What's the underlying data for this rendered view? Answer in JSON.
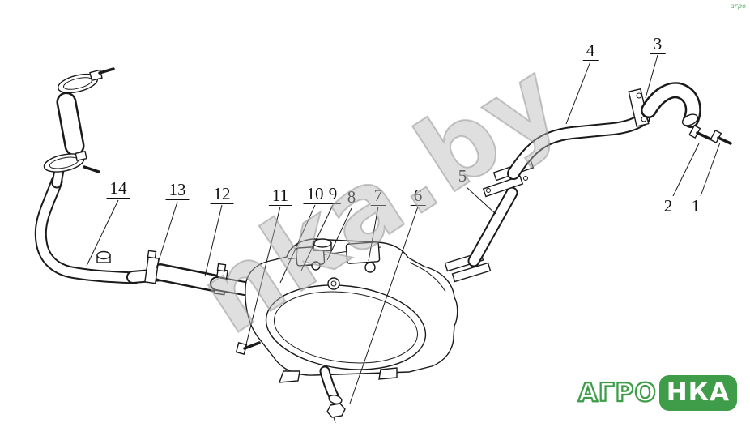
{
  "watermark": {
    "text": "nka.by"
  },
  "corner_mark": {
    "text": "агро"
  },
  "logo": {
    "prefix": "АГРО",
    "boxed": "НКА"
  },
  "diagram": {
    "callouts": [
      {
        "label": "1"
      },
      {
        "label": "2"
      },
      {
        "label": "3"
      },
      {
        "label": "4"
      },
      {
        "label": "5"
      },
      {
        "label": "6"
      },
      {
        "label": "7"
      },
      {
        "label": "8"
      },
      {
        "label": "9"
      },
      {
        "label": "10"
      },
      {
        "label": "11"
      },
      {
        "label": "12"
      },
      {
        "label": "13"
      },
      {
        "label": "14"
      }
    ]
  }
}
